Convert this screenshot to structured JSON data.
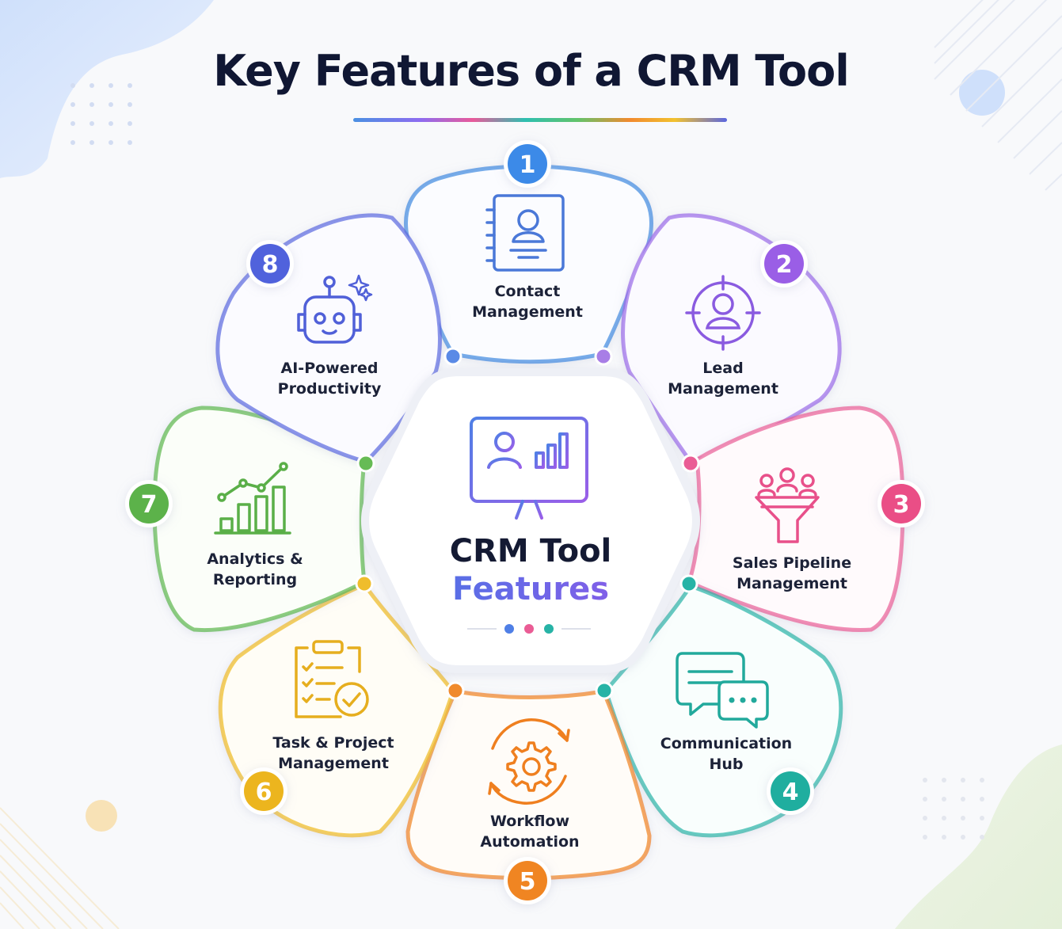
{
  "title": "Key Features of a CRM Tool",
  "center": {
    "line1": "CRM Tool",
    "line2": "Features"
  },
  "features": [
    {
      "number": "1",
      "lines": [
        "Contact",
        "Management"
      ],
      "color": "#4a90e2",
      "icon": "contact-card-icon"
    },
    {
      "number": "2",
      "lines": [
        "Lead",
        "Management"
      ],
      "color": "#9a6ae8",
      "icon": "target-person-icon"
    },
    {
      "number": "3",
      "lines": [
        "Sales Pipeline",
        "Management"
      ],
      "color": "#ea5c95",
      "icon": "sales-funnel-icon"
    },
    {
      "number": "4",
      "lines": [
        "Communication",
        "Hub"
      ],
      "color": "#27b3a6",
      "icon": "chat-bubbles-icon"
    },
    {
      "number": "5",
      "lines": [
        "Workflow",
        "Automation"
      ],
      "color": "#f08a2c",
      "icon": "gear-cycle-icon"
    },
    {
      "number": "6",
      "lines": [
        "Task & Project",
        "Management"
      ],
      "color": "#efbd2c",
      "icon": "checklist-icon"
    },
    {
      "number": "7",
      "lines": [
        "Analytics &",
        "Reporting"
      ],
      "color": "#66bb55",
      "icon": "analytics-chart-icon"
    },
    {
      "number": "8",
      "lines": [
        "AI-Powered",
        "Productivity"
      ],
      "color": "#5a68e0",
      "icon": "ai-robot-icon"
    }
  ]
}
